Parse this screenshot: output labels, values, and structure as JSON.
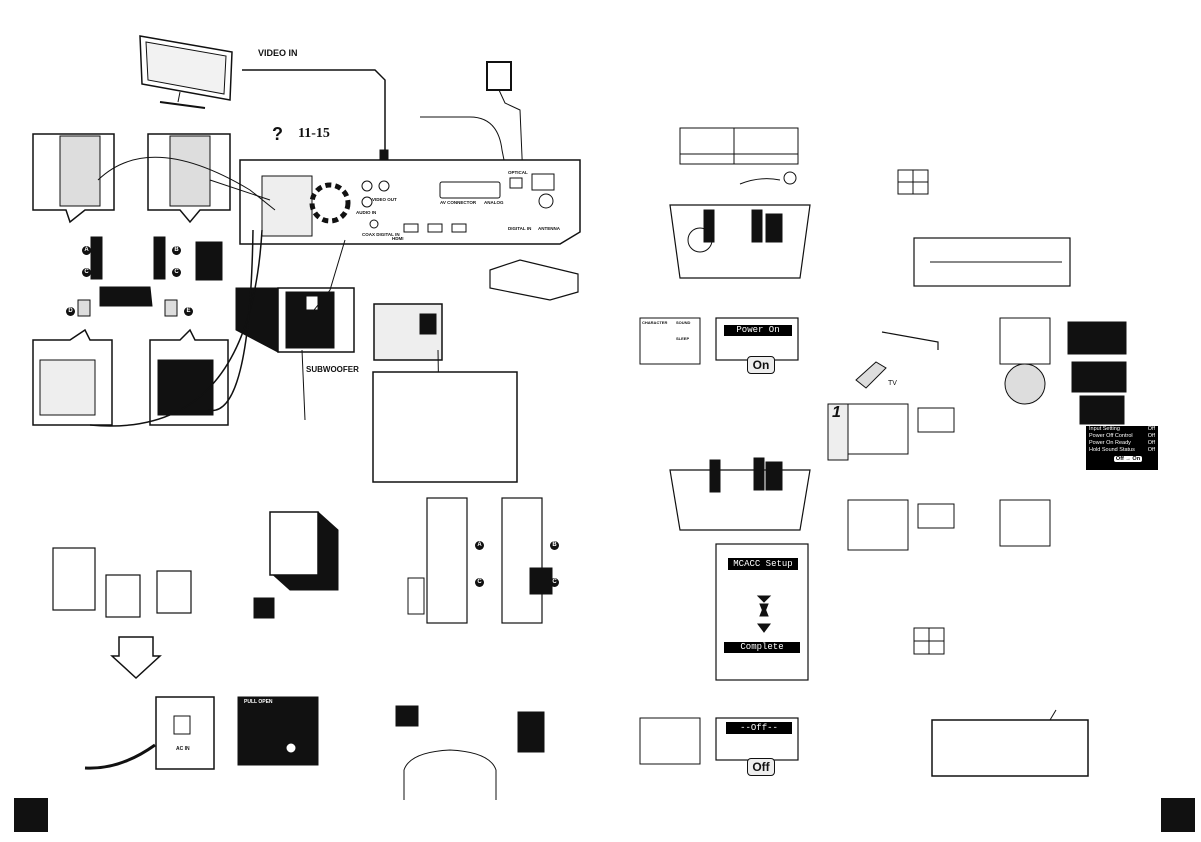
{
  "left_page": {
    "tv_label": "VIDEO IN",
    "page_ref": "11-15",
    "subwoofer_label": "SUBWOOFER",
    "speaker_markers": [
      "A",
      "B",
      "C",
      "C",
      "D",
      "E"
    ],
    "rear_panel": {
      "terminals": [
        "VIDEO OUT",
        "AUDIO IN",
        "COAX DIGITAL IN",
        "AV CONNECTOR",
        "ANALOG",
        "OPTICAL",
        "DIGITAL IN",
        "ANTENNA",
        "HDMI"
      ]
    },
    "power_label": "AC IN",
    "pull_open_label": "PULL OPEN",
    "stand_markers": [
      "A",
      "B",
      "C",
      "C"
    ]
  },
  "right_page": {
    "display_power_on": "Power On",
    "badge_on": "On",
    "display_mcacc": "MCACC Setup",
    "display_complete": "Complete",
    "display_off": "--Off--",
    "badge_off": "Off",
    "tv_label": "TV",
    "step_number": "1",
    "remote_labels": [
      "CHARACTER",
      "SOUND",
      "SLEEP"
    ],
    "hdmi_menu": {
      "items": [
        {
          "label": "Input Setting",
          "value": "Off"
        },
        {
          "label": "Power Off Control",
          "value": "Off"
        },
        {
          "label": "Power On Ready",
          "value": "Off"
        },
        {
          "label": "Hold Sound Status",
          "value": "Off"
        }
      ],
      "toggle": "Off → On"
    }
  },
  "colors": {
    "ink": "#111111",
    "panel_grey": "#e6e6e6",
    "display_black": "#000000"
  }
}
